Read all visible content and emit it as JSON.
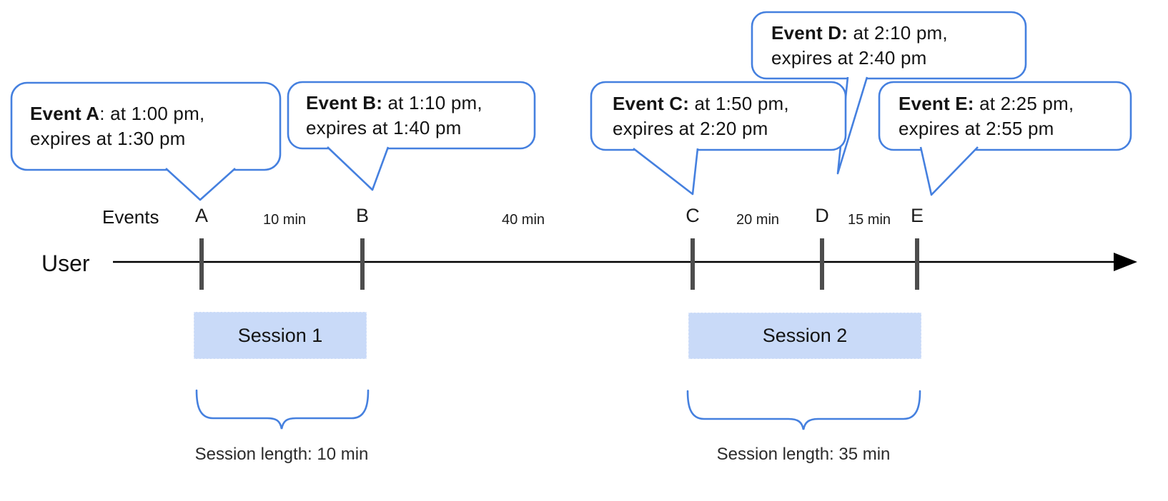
{
  "diagram": {
    "title_note": "timeline of events and sessions",
    "events": [
      {
        "id": "A",
        "bold": "Event A",
        "rest": ": at 1:00 pm,",
        "line2": "expires at 1:30 pm"
      },
      {
        "id": "B",
        "bold": "Event B:",
        "rest": " at 1:10 pm,",
        "line2": "expires at 1:40 pm"
      },
      {
        "id": "C",
        "bold": "Event C:",
        "rest": " at 1:50 pm,",
        "line2": "expires at 2:20 pm"
      },
      {
        "id": "D",
        "bold": "Event D:",
        "rest": " at 2:10 pm,",
        "line2": "expires at 2:40 pm"
      },
      {
        "id": "E",
        "bold": "Event E:",
        "rest": " at 2:25 pm,",
        "line2": "expires at 2:55 pm"
      }
    ],
    "timeline": {
      "events_label": "Events",
      "user_label": "User",
      "intervals": [
        {
          "label": "10 min"
        },
        {
          "label": "40 min"
        },
        {
          "label": "20 min"
        },
        {
          "label": "15 min"
        }
      ]
    },
    "sessions": [
      {
        "label": "Session 1",
        "length_label": "Session length: 10 min"
      },
      {
        "label": "Session 2",
        "length_label": "Session length: 35 min"
      }
    ],
    "colors": {
      "accent_blue": "#4580df",
      "session_fill": "#c9daf8",
      "tick_gray": "#4d4d4d",
      "line_black": "#000000"
    }
  }
}
